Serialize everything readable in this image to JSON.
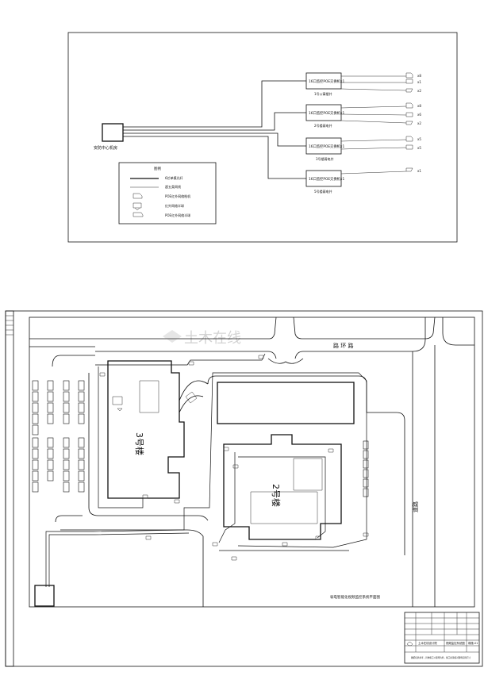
{
  "schematic": {
    "center_label": "安防中心机房",
    "switches": [
      {
        "label": "16口监控POE交换机x1",
        "caption": "1号公寓楼井",
        "outputs": [
          "x8",
          "x1",
          "x2"
        ]
      },
      {
        "label": "16口监控POE交换机x1",
        "caption": "2号楼弱电井",
        "outputs": [
          "x8",
          "x6",
          "x2"
        ]
      },
      {
        "label": "16口监控POE交换机x1",
        "caption": "3号楼弱电井",
        "outputs": [
          "x5",
          "x5"
        ]
      },
      {
        "label": "16口监控POE交换机x1",
        "caption": "5号楼弱电井",
        "outputs": [
          "x1"
        ]
      }
    ],
    "legend": {
      "title": "图例",
      "items": [
        {
          "label": "6芯单模光纤"
        },
        {
          "label": "超五类网线"
        },
        {
          "label": "POE红外网络枪机"
        },
        {
          "label": "红外网络半球"
        },
        {
          "label": "POE红外网络半球"
        }
      ]
    }
  },
  "site_plan": {
    "watermark": "土木在线",
    "road_top": "路 环 路",
    "road_right": "道路",
    "building_3": "3号楼",
    "building_2": "2号楼",
    "plan_caption": "弱电智能化视频监控系统平面图",
    "title_block": {
      "company": "土木在线设计院",
      "project": "视频监控系统图",
      "note": "图纸仅供参考，具体施工以现场为准，施工前请核对现场实际尺寸",
      "sheet_no": "弱施-01"
    }
  }
}
